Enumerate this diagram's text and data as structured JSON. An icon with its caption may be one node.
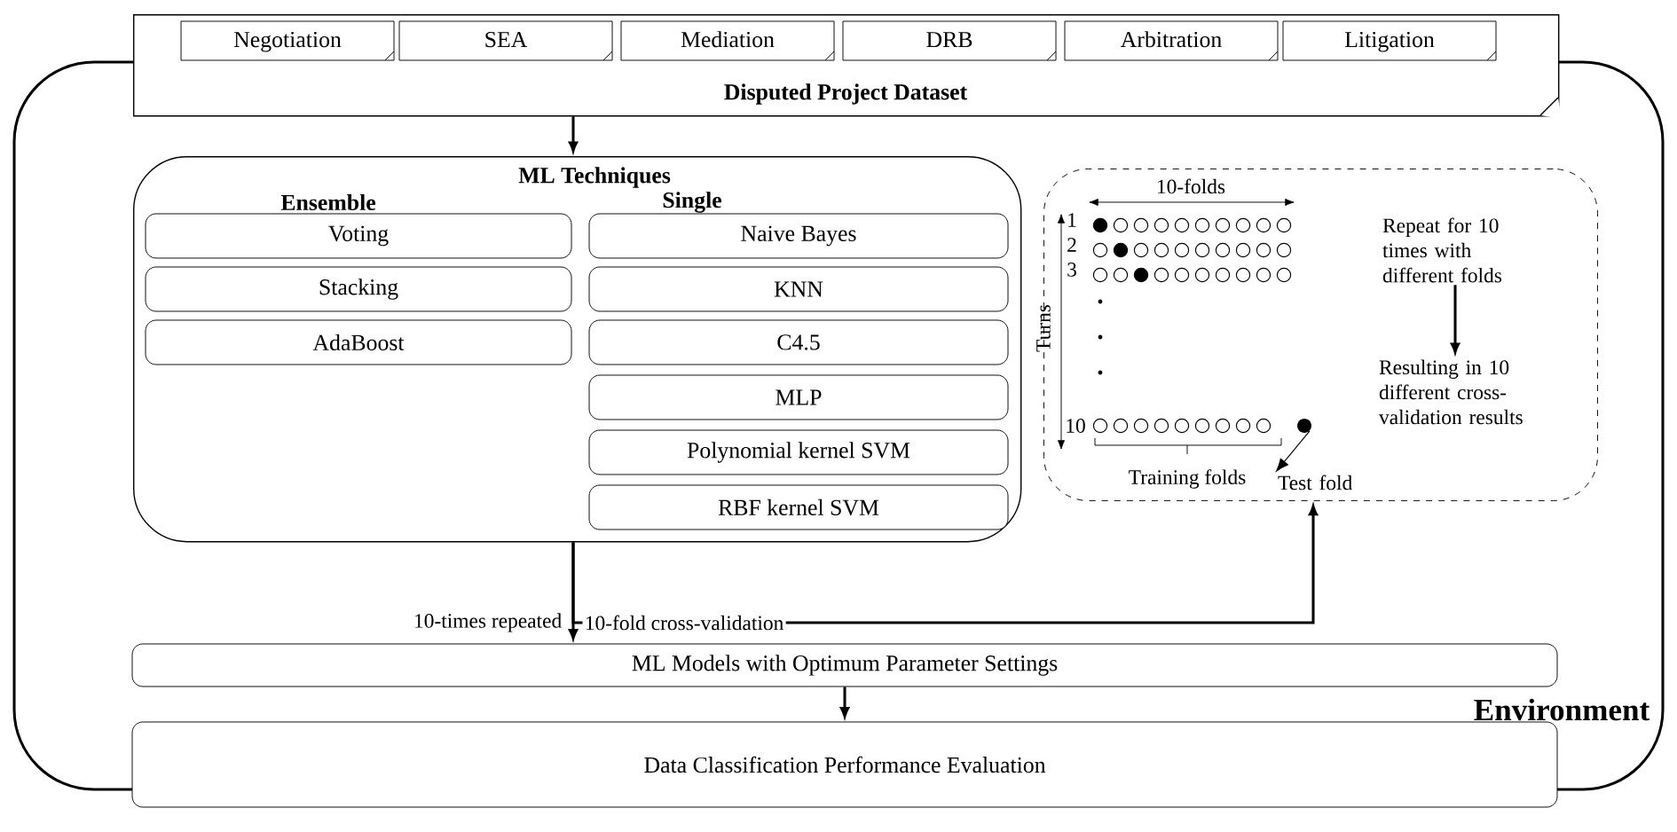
{
  "diagram": {
    "nodes": [
      {
        "text": [
          "Disputed Project Dataset"
        ]
      },
      {
        "text": [
          "Negotiation"
        ],
        "in": 0
      },
      {
        "text": [
          "SEA"
        ],
        "in": 0
      },
      {
        "text": [
          "Mediation"
        ],
        "in": 0
      },
      {
        "text": [
          "DRB"
        ],
        "in": 0
      },
      {
        "text": [
          "Arbitration"
        ],
        "in": 0
      },
      {
        "text": [
          "Litigation"
        ],
        "in": 0
      },
      {
        "text": [
          "ML Techniques",
          "Ensemble",
          "Single"
        ]
      },
      {
        "text": [
          "Voting"
        ],
        "in": 7
      },
      {
        "text": [
          "Stacking"
        ],
        "in": 7
      },
      {
        "text": [
          "AdaBoost"
        ],
        "in": 7
      },
      {
        "text": [
          "Naive Bayes"
        ],
        "in": 7
      },
      {
        "text": [
          "KNN"
        ],
        "in": 7
      },
      {
        "text": [
          "C4.5"
        ],
        "in": 7
      },
      {
        "text": [
          "MLP"
        ],
        "in": 7
      },
      {
        "text": [
          "Polynomial  kernel SVM"
        ],
        "in": 7
      },
      {
        "text": [
          "RBF  kernel SVM"
        ],
        "in": 7
      },
      {
        "text": [],
        "shape": "box"
      },
      {
        "text": [
          "Repeat for 10 times with different folds"
        ],
        "in": 17
      },
      {
        "text": [
          "Resulting in 10 different cross-validation results"
        ],
        "in": 17
      },
      {
        "text": [
          "Test fold"
        ],
        "in": 17
      },
      {
        "text": [],
        "shape": "circle",
        "in": 17
      },
      {
        "text": [
          "ML Models with Optimum Parameter Settings"
        ]
      },
      {
        "text": [
          "Data Classification Performance Evaluation"
        ]
      }
    ],
    "edges": [
      {
        "from": 0,
        "to": 7,
        "arrow": "to"
      },
      {
        "from": 7,
        "to": 22,
        "arrow": "to",
        "label": "10-times repeated"
      },
      {
        "from": 7,
        "to": 17,
        "arrow": "to",
        "label": "10-fold cross-validation"
      },
      {
        "from": 18,
        "to": 19,
        "arrow": "to"
      },
      {
        "from": 21,
        "to": 20,
        "arrow": "to"
      },
      {
        "from": 22,
        "to": 23,
        "arrow": "to"
      }
    ],
    "labels": [
      "10-folds",
      "1",
      "2",
      "3",
      "Turns",
      "10",
      "Training folds",
      "Environment"
    ]
  }
}
